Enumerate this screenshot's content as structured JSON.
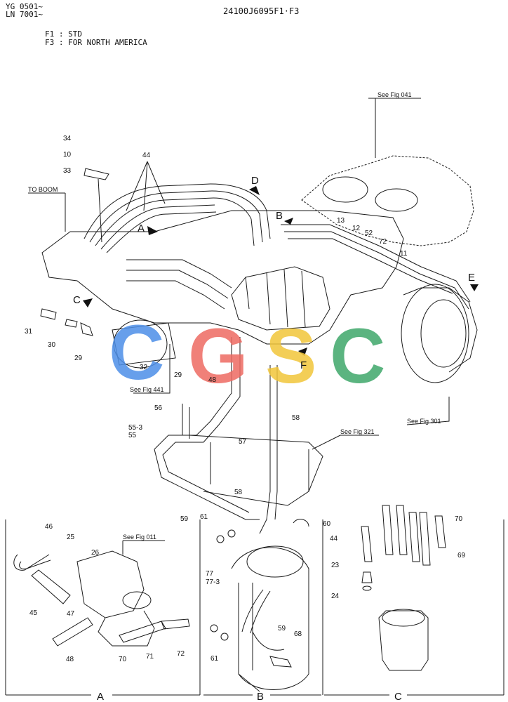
{
  "header": {
    "serial_yg": "YG 0501~",
    "serial_ln": "LN 7001~",
    "part_code": "24100J6095F1·F3"
  },
  "notes": {
    "f1": "F1 : STD",
    "f3": "F3 : FOR NORTH AMERICA"
  },
  "refs": {
    "to_boom": "TO BOOM",
    "fig041": "See Fig 041",
    "fig441": "See Fig 441",
    "fig321": "See Fig 321",
    "fig301": "See Fig 301",
    "fig011": "See Fig 011"
  },
  "views": {
    "a": "A",
    "b": "B",
    "c": "C",
    "d": "D",
    "e": "E",
    "f": "F"
  },
  "parts": {
    "p34": "34",
    "p10": "10",
    "p33": "33",
    "p44": "44",
    "p13": "13",
    "p12": "12",
    "p52": "52",
    "p72": "72",
    "p11": "11",
    "p31": "31",
    "p30": "30",
    "p29": "29",
    "p32": "32",
    "p29b": "29",
    "p48": "48",
    "p56": "56",
    "p55_3": "55-3",
    "p55": "55",
    "p58": "58",
    "p57": "57",
    "p58b": "58",
    "p59": "59",
    "p61": "61",
    "p60": "60",
    "p46": "46",
    "p25": "25",
    "p26": "26",
    "p45": "45",
    "p47": "47",
    "p48b": "48",
    "p70": "70",
    "p71": "71",
    "p72b": "72",
    "p77": "77",
    "p77_3": "77-3",
    "p59b": "59",
    "p68": "68",
    "p61b": "61",
    "p44c": "44",
    "p23": "23",
    "p24": "24",
    "p70c": "70",
    "p69": "69"
  },
  "watermark": {
    "letters": [
      "C",
      "G",
      "S",
      "C"
    ],
    "colors": [
      "#4d8fe8",
      "#ee6a62",
      "#f2c63a",
      "#3fa86a"
    ]
  },
  "colors": {
    "line": "#1a1a1a"
  }
}
